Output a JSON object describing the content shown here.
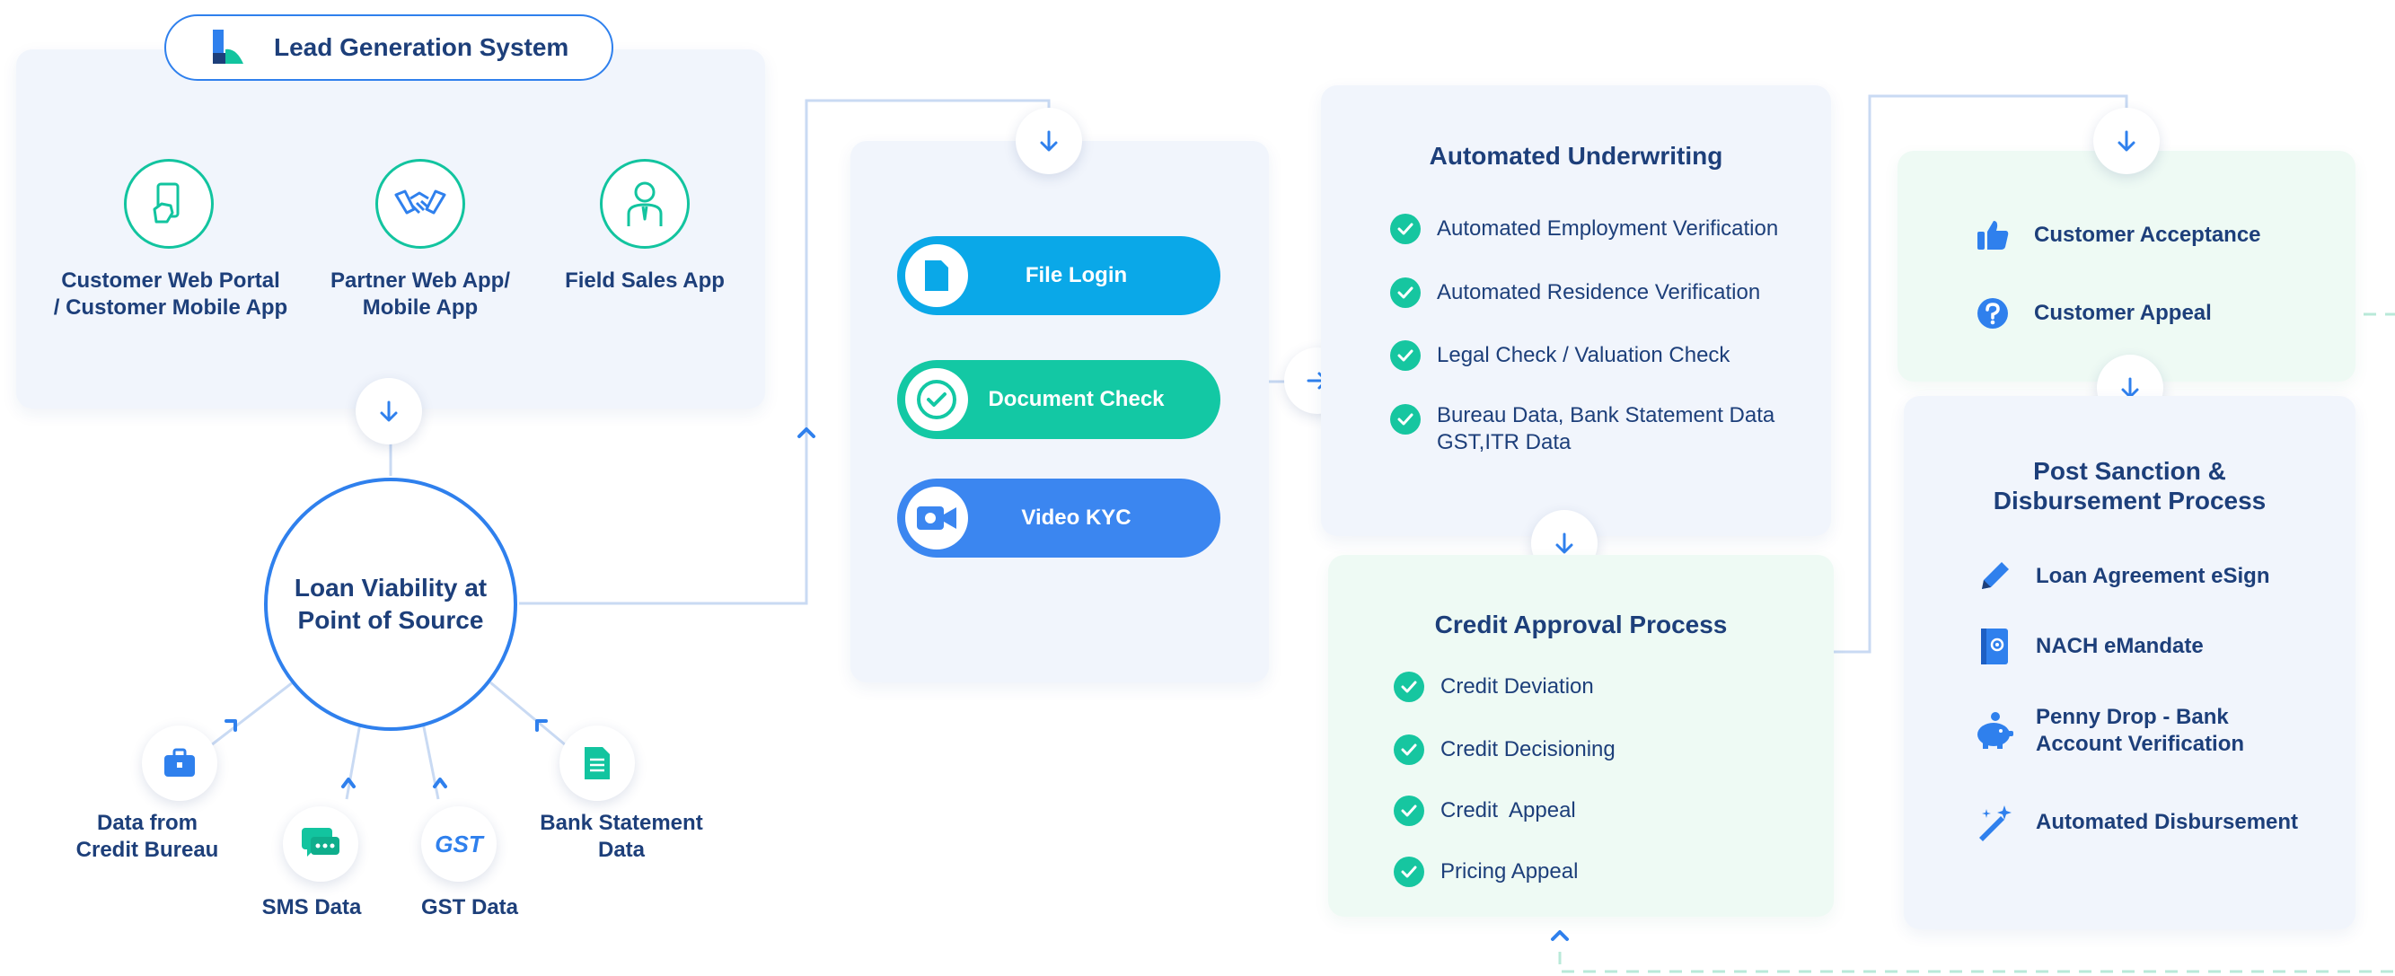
{
  "lead_generation": {
    "title": "Lead Generation System",
    "sources": [
      {
        "label_line1": "Customer Web Portal",
        "label_line2": "/ Customer Mobile App",
        "icon": "mobile-hand-icon"
      },
      {
        "label_line1": "Partner Web App/",
        "label_line2": "Mobile App",
        "icon": "handshake-icon"
      },
      {
        "label_line1": "Field Sales App",
        "label_line2": "",
        "icon": "salesperson-icon"
      }
    ]
  },
  "loan_viability": {
    "title_line1": "Loan Viability at",
    "title_line2": "Point of Source",
    "data_sources": [
      {
        "label_line1": "Data from",
        "label_line2": "Credit Bureau",
        "icon": "briefcase-icon"
      },
      {
        "label_line1": "SMS Data",
        "label_line2": "",
        "icon": "chat-icon"
      },
      {
        "label_line1": "GST Data",
        "label_line2": "",
        "icon": "gst-icon",
        "icon_text": "GST"
      },
      {
        "label_line1": "Bank Statement",
        "label_line2": "Data",
        "icon": "document-icon"
      }
    ]
  },
  "file_processing": {
    "steps": [
      {
        "label": "File Login",
        "color": "#0aa8e8",
        "icon": "file-icon"
      },
      {
        "label": "Document Check",
        "color": "#13c8a4",
        "icon": "check-circle-icon"
      },
      {
        "label": "Video KYC",
        "color": "#3b86f0",
        "icon": "video-camera-icon"
      }
    ]
  },
  "underwriting": {
    "title": "Automated Underwriting",
    "items": [
      {
        "line1": "Automated Employment Verification",
        "line2": ""
      },
      {
        "line1": "Automated Residence Verification",
        "line2": ""
      },
      {
        "line1": "Legal Check / Valuation Check",
        "line2": ""
      },
      {
        "line1": "Bureau Data, Bank Statement Data",
        "line2": "GST,ITR Data"
      }
    ]
  },
  "credit_approval": {
    "title": "Credit Approval Process",
    "items": [
      "Credit Deviation",
      "Credit Decisioning",
      "Credit  Appeal",
      "Pricing Appeal"
    ]
  },
  "customer_decision": {
    "items": [
      {
        "label": "Customer Acceptance",
        "icon": "thumbs-up-icon"
      },
      {
        "label": "Customer Appeal",
        "icon": "question-icon"
      }
    ]
  },
  "post_sanction": {
    "title_line1": "Post Sanction &",
    "title_line2": "Disbursement Process",
    "items": [
      {
        "line1": "Loan Agreement eSign",
        "line2": "",
        "icon": "pen-icon"
      },
      {
        "line1": "NACH eMandate",
        "line2": "",
        "icon": "mandate-book-icon"
      },
      {
        "line1": "Penny Drop - Bank",
        "line2": "Account Verification",
        "icon": "piggy-bank-icon"
      },
      {
        "line1": "Automated Disbursement",
        "line2": "",
        "icon": "magic-wand-icon"
      }
    ]
  },
  "colors": {
    "navy": "#1d3f7a",
    "teal": "#12c49f",
    "blue": "#2f80ed",
    "panel_blue": "#f1f5fc",
    "panel_green": "#eefaf4"
  }
}
